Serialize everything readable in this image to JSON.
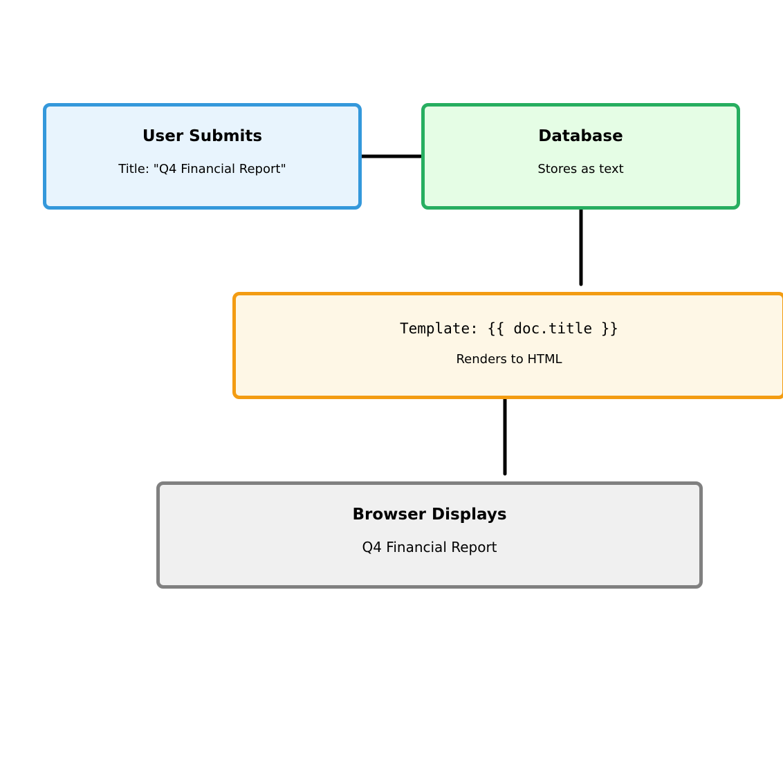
{
  "nodes": {
    "user": {
      "title": "User Submits",
      "subtitle": "Title: \"Q4 Financial Report\"",
      "border_color": "#3498db",
      "fill_color": "#e8f4fd"
    },
    "database": {
      "title": "Database",
      "subtitle": "Stores as text",
      "border_color": "#27ae60",
      "fill_color": "#e5fde5"
    },
    "template": {
      "code": "Template: {{ doc.title }}",
      "subtitle": "Renders to HTML",
      "border_color": "#f39c12",
      "fill_color": "#fef7e6"
    },
    "browser": {
      "title": "Browser Displays",
      "subtitle": "Q4 Financial Report",
      "border_color": "#808080",
      "fill_color": "#f0f0f0"
    }
  },
  "edges": [
    {
      "from": "user",
      "to": "database"
    },
    {
      "from": "database",
      "to": "template"
    },
    {
      "from": "template",
      "to": "browser"
    }
  ],
  "connector_color": "#000000"
}
